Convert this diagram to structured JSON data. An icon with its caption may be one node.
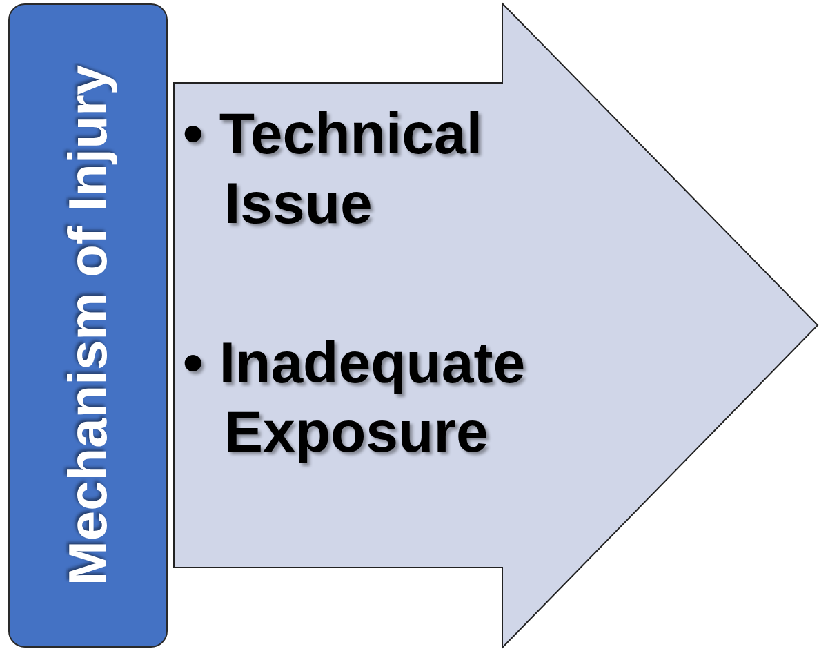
{
  "diagram": {
    "nodes": [
      {
        "text": [
          "Mechanism of Injury"
        ]
      },
      {
        "text": [
          "• Technical Issue",
          "• Inadequate Exposure"
        ]
      }
    ]
  }
}
